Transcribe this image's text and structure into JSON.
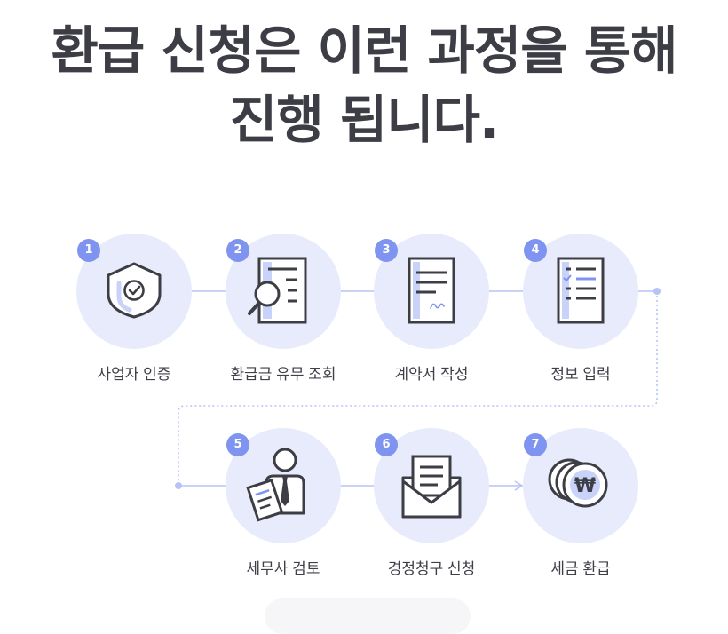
{
  "title": {
    "line1": "환급 신청은 이런 과정을 통해",
    "line2": "진행 됩니다."
  },
  "steps": [
    {
      "number": "1",
      "label": "사업자 인증",
      "icon": "shield-check-icon"
    },
    {
      "number": "2",
      "label": "환급금 유무 조회",
      "icon": "document-search-icon"
    },
    {
      "number": "3",
      "label": "계약서 작성",
      "icon": "contract-signature-icon"
    },
    {
      "number": "4",
      "label": "정보 입력",
      "icon": "checklist-icon"
    },
    {
      "number": "5",
      "label": "세무사 검토",
      "icon": "tax-accountant-icon"
    },
    {
      "number": "6",
      "label": "경정청구 신청",
      "icon": "envelope-letter-icon"
    },
    {
      "number": "7",
      "label": "세금 환급",
      "icon": "won-coins-icon"
    }
  ],
  "colors": {
    "accent": "#7f93f0",
    "circle_bg": "#e7ebfb",
    "line": "#b8c3f5",
    "icon_stroke": "#3d3e45",
    "title": "#3d3e45"
  }
}
